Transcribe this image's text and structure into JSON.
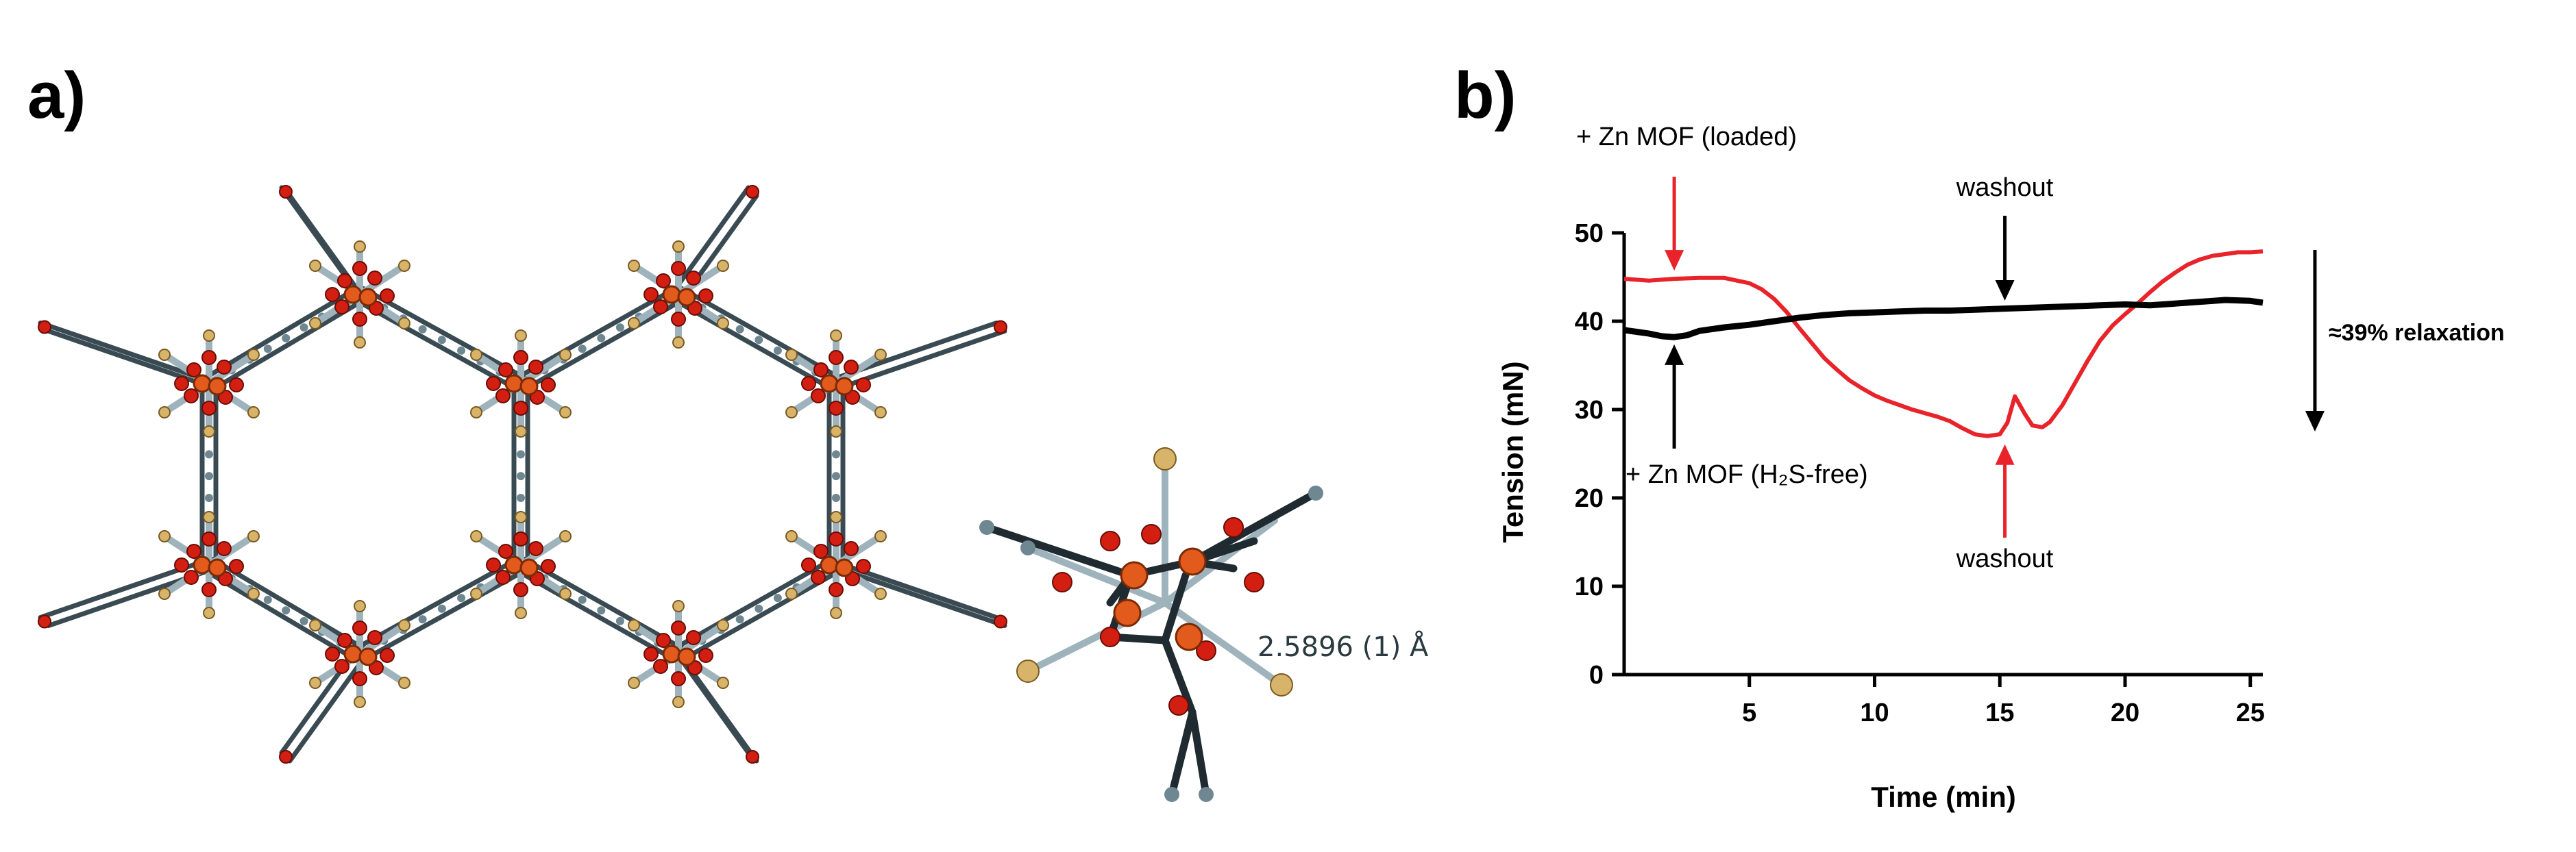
{
  "panels": {
    "a": {
      "label": "a)",
      "distance_label": "2.5896 (1) Å"
    },
    "b": {
      "label": "b)"
    }
  },
  "colors": {
    "loaded": "#e8232a",
    "h2s_free": "#000000",
    "oxygen": "#d21f12",
    "sulfur": "#d8b36a",
    "carbon": "#6f8791",
    "zinc": "#e25a1c"
  },
  "chart_data": {
    "type": "line",
    "xlabel": "Time (min)",
    "ylabel": "Tension (mN)",
    "xlim": [
      0,
      25.5
    ],
    "ylim": [
      0,
      50
    ],
    "xticks": [
      5,
      10,
      15,
      20,
      25
    ],
    "yticks": [
      0,
      10,
      20,
      30,
      40,
      50
    ],
    "grid": false,
    "series": [
      {
        "name": "+ Zn MOF (loaded)",
        "color": "#e8232a",
        "x": [
          0,
          1,
          2,
          3,
          4,
          5,
          5.5,
          6,
          6.5,
          7,
          7.5,
          8,
          8.5,
          9,
          9.5,
          10,
          10.5,
          11,
          11.5,
          12,
          12.5,
          13,
          13.5,
          14,
          14.5,
          15,
          15.3,
          15.6,
          16,
          16.3,
          16.7,
          17,
          17.5,
          18,
          18.5,
          19,
          19.5,
          20,
          20.5,
          21,
          21.5,
          22,
          22.5,
          23,
          23.5,
          24,
          24.5,
          25,
          25.5
        ],
        "y": [
          44.8,
          44.6,
          44.8,
          44.9,
          44.9,
          44.3,
          43.6,
          42.5,
          41.0,
          39.2,
          37.5,
          35.8,
          34.5,
          33.3,
          32.4,
          31.6,
          31.0,
          30.5,
          30.0,
          29.6,
          29.2,
          28.7,
          27.9,
          27.2,
          27.0,
          27.2,
          28.5,
          31.5,
          29.5,
          28.2,
          28.0,
          28.6,
          30.5,
          33.0,
          35.5,
          37.8,
          39.5,
          40.8,
          42.0,
          43.3,
          44.5,
          45.5,
          46.4,
          47.0,
          47.4,
          47.6,
          47.8,
          47.8,
          47.9
        ]
      },
      {
        "name": "+ Zn MOF (H₂S-free)",
        "color": "#000000",
        "x": [
          0,
          0.5,
          1,
          1.5,
          2,
          2.5,
          3,
          4,
          5,
          6,
          7,
          8,
          9,
          10,
          11,
          12,
          13,
          14,
          15,
          16,
          17,
          18,
          19,
          20,
          21,
          22,
          23,
          24,
          25,
          25.5
        ],
        "y": [
          39.0,
          38.8,
          38.6,
          38.3,
          38.2,
          38.4,
          38.9,
          39.3,
          39.6,
          40.0,
          40.4,
          40.7,
          40.9,
          41.0,
          41.1,
          41.2,
          41.2,
          41.3,
          41.4,
          41.5,
          41.6,
          41.7,
          41.8,
          41.9,
          41.8,
          42.0,
          42.2,
          42.4,
          42.3,
          42.1
        ]
      }
    ],
    "annotations": [
      {
        "text": "+ Zn MOF (loaded)",
        "x": 2,
        "y": 44.8,
        "color": "#e8232a"
      },
      {
        "text": "washout",
        "x": 15.2,
        "y": 41.4,
        "color": "#000000"
      },
      {
        "text": "+ Zn MOF (H₂S-free)",
        "x": 2,
        "y": 38.3,
        "color": "#000000"
      },
      {
        "text": "washout",
        "x": 15.2,
        "y": 27.0,
        "color": "#e8232a"
      },
      {
        "text": "≈39% relaxation",
        "color": "#000000"
      }
    ]
  }
}
